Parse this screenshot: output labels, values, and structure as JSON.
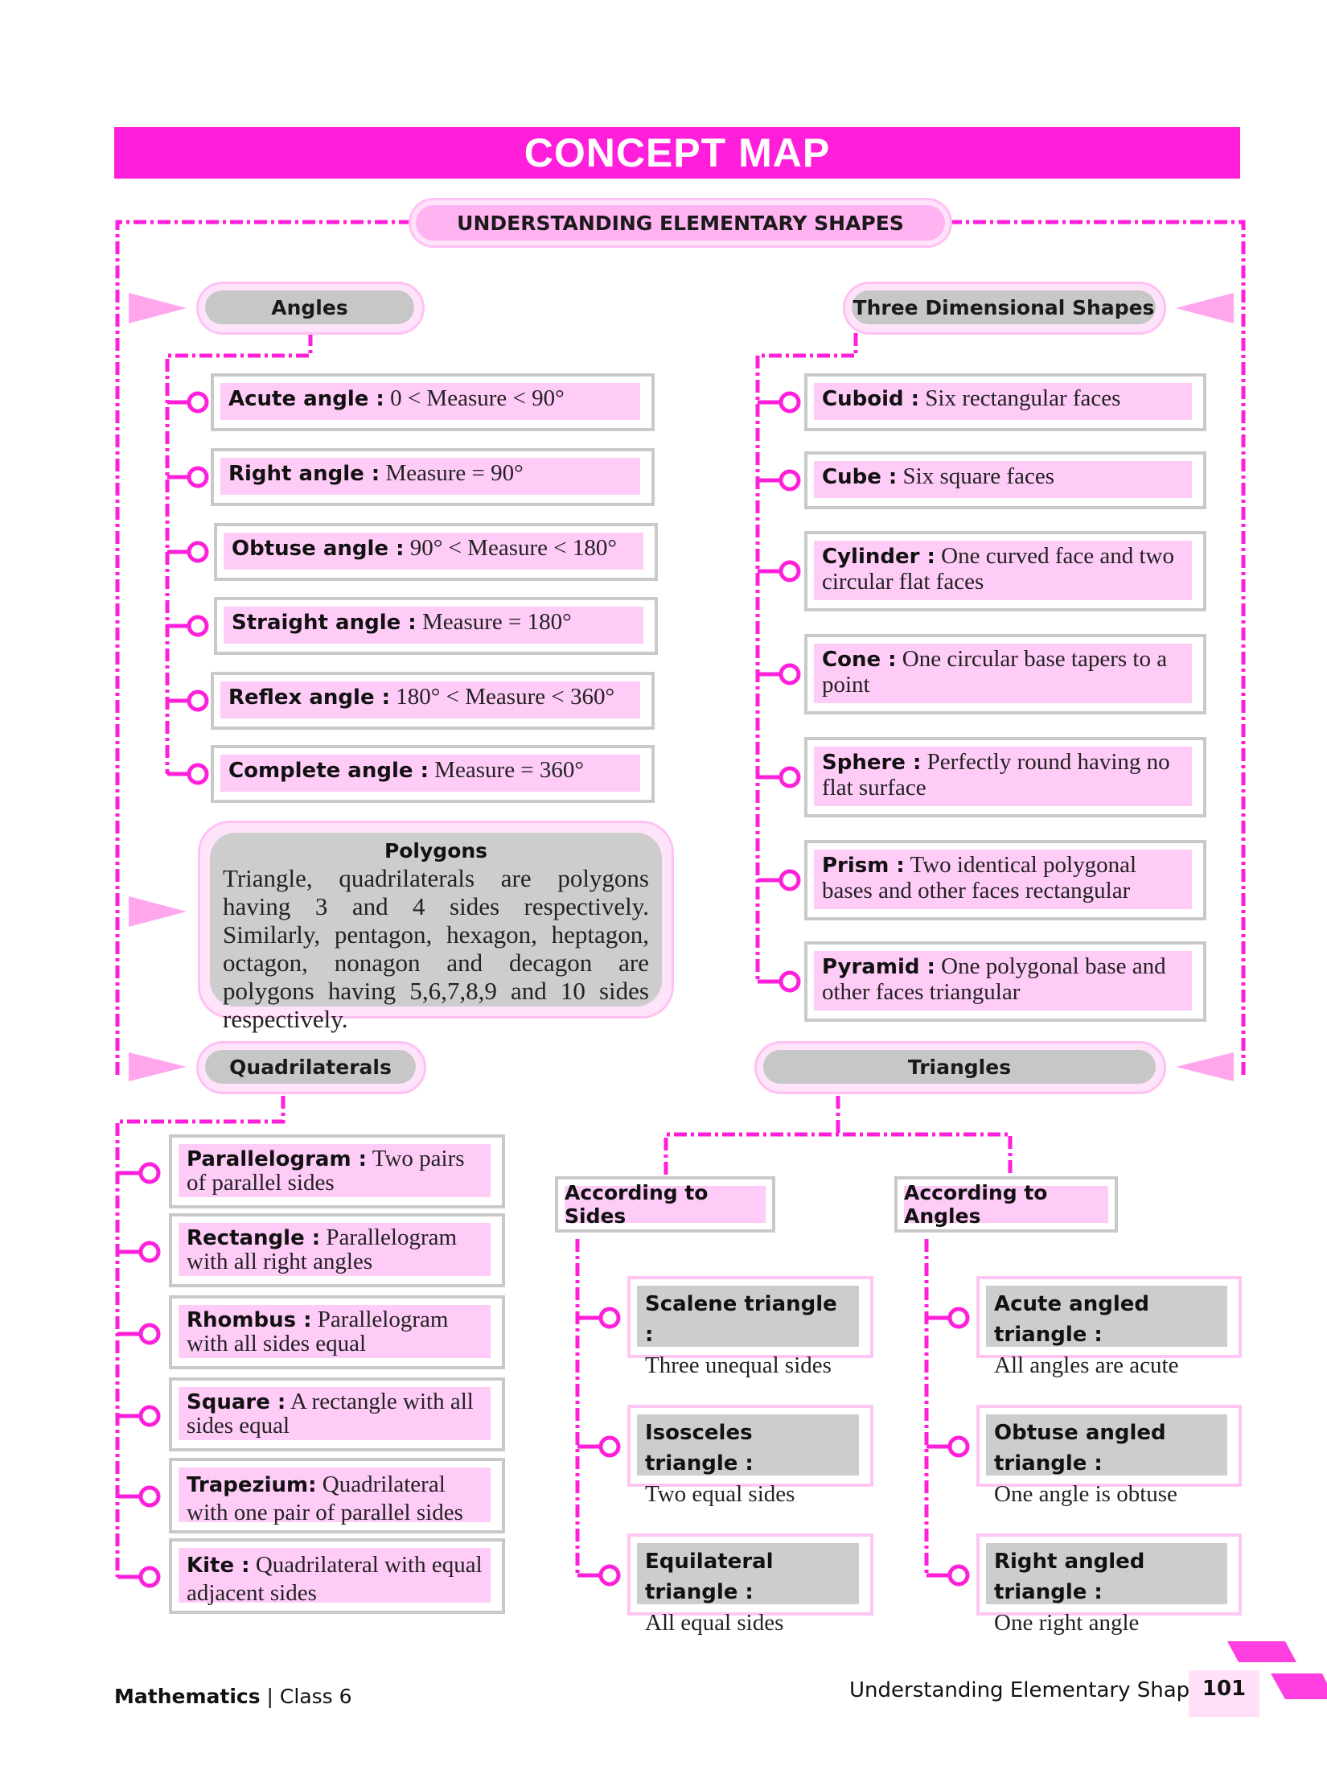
{
  "title": "CONCEPT MAP",
  "main_topic": "UNDERSTANDING ELEMENTARY SHAPES",
  "angles": {
    "heading": "Angles",
    "items": [
      {
        "term": "Acute angle :",
        "desc": " 0 < Measure < 90°"
      },
      {
        "term": "Right angle :",
        "desc": " Measure = 90°"
      },
      {
        "term": "Obtuse angle :",
        "desc": " 90° < Measure < 180°"
      },
      {
        "term": "Straight angle :",
        "desc": " Measure = 180°"
      },
      {
        "term": "Reflex angle :",
        "desc": " 180° < Measure < 360°"
      },
      {
        "term": "Complete angle :",
        "desc": " Measure = 360°"
      }
    ]
  },
  "polygons": {
    "heading": "Polygons",
    "text": "Triangle, quadrilaterals are polygons having 3 and 4 sides respectively. Similarly, pentagon, hexagon, heptagon, octagon, nonagon and decagon are polygons having 5,6,7,8,9 and 10 sides respectively."
  },
  "three_d": {
    "heading": "Three Dimensional Shapes",
    "items": [
      {
        "term": "Cuboid :",
        "desc": " Six rectangular faces"
      },
      {
        "term": "Cube :",
        "desc": " Six square faces"
      },
      {
        "term": "Cylinder :",
        "desc": " One curved face and two circular flat faces"
      },
      {
        "term": "Cone :",
        "desc": " One circular base tapers to a point"
      },
      {
        "term": "Sphere :",
        "desc": " Perfectly round having no flat surface"
      },
      {
        "term": "Prism :",
        "desc": " Two identical polygonal bases and other faces rectangular"
      },
      {
        "term": "Pyramid :",
        "desc": " One polygonal base and other faces triangular"
      }
    ]
  },
  "quadrilaterals": {
    "heading": "Quadrilaterals",
    "items": [
      {
        "term": "Parallelogram :",
        "desc": " Two pairs of parallel sides"
      },
      {
        "term": "Rectangle :",
        "desc": " Parallelogram with all right angles"
      },
      {
        "term": "Rhombus :",
        "desc": " Parallelogram with all sides equal"
      },
      {
        "term": "Square :",
        "desc": " A rectangle with all sides equal"
      },
      {
        "term": "Trapezium:",
        "desc": " Quadrilateral with one pair of parallel sides"
      },
      {
        "term": "Kite :",
        "desc": " Quadrilateral with equal adjacent sides"
      }
    ]
  },
  "triangles": {
    "heading": "Triangles",
    "by_sides": {
      "heading": "According to Sides",
      "items": [
        {
          "term": "Scalene triangle :",
          "desc": "Three unequal sides"
        },
        {
          "term": "Isosceles triangle :",
          "desc": "Two equal sides"
        },
        {
          "term": "Equilateral triangle :",
          "desc": "All equal sides"
        }
      ]
    },
    "by_angles": {
      "heading": "According to Angles",
      "items": [
        {
          "term": "Acute angled triangle :",
          "desc": "All angles are acute"
        },
        {
          "term": "Obtuse angled triangle :",
          "desc": "One angle is obtuse"
        },
        {
          "term": "Right angled triangle :",
          "desc": "One right angle"
        }
      ]
    }
  },
  "footer": {
    "subject": "Mathematics",
    "separator": " | ",
    "class_label": "Class 6",
    "chapter": "Understanding Elementary Shapes",
    "page_number": "101"
  },
  "colors": {
    "magenta": "#ff1fda",
    "light_pink": "#ffccf7",
    "gray": "#c9c9c9"
  }
}
